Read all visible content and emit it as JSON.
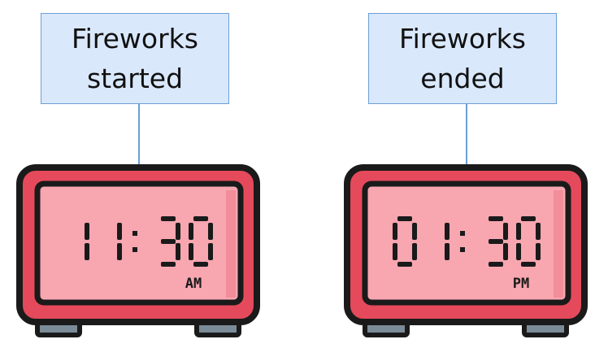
{
  "clocks": [
    {
      "label_line1": "Fireworks",
      "label_line2": "started",
      "time": "11:30",
      "period": "AM"
    },
    {
      "label_line1": "Fireworks",
      "label_line2": "ended",
      "time": "01:30",
      "period": "PM"
    }
  ],
  "colors": {
    "label_fill": "#dae8fc",
    "label_border": "#6c9fd6",
    "clock_body": "#e44a5b",
    "clock_outline": "#1a1a1a",
    "screen": "#f8a6b0",
    "feet": "#7b8b97"
  },
  "icons": [
    "alarm-clock-icon"
  ]
}
